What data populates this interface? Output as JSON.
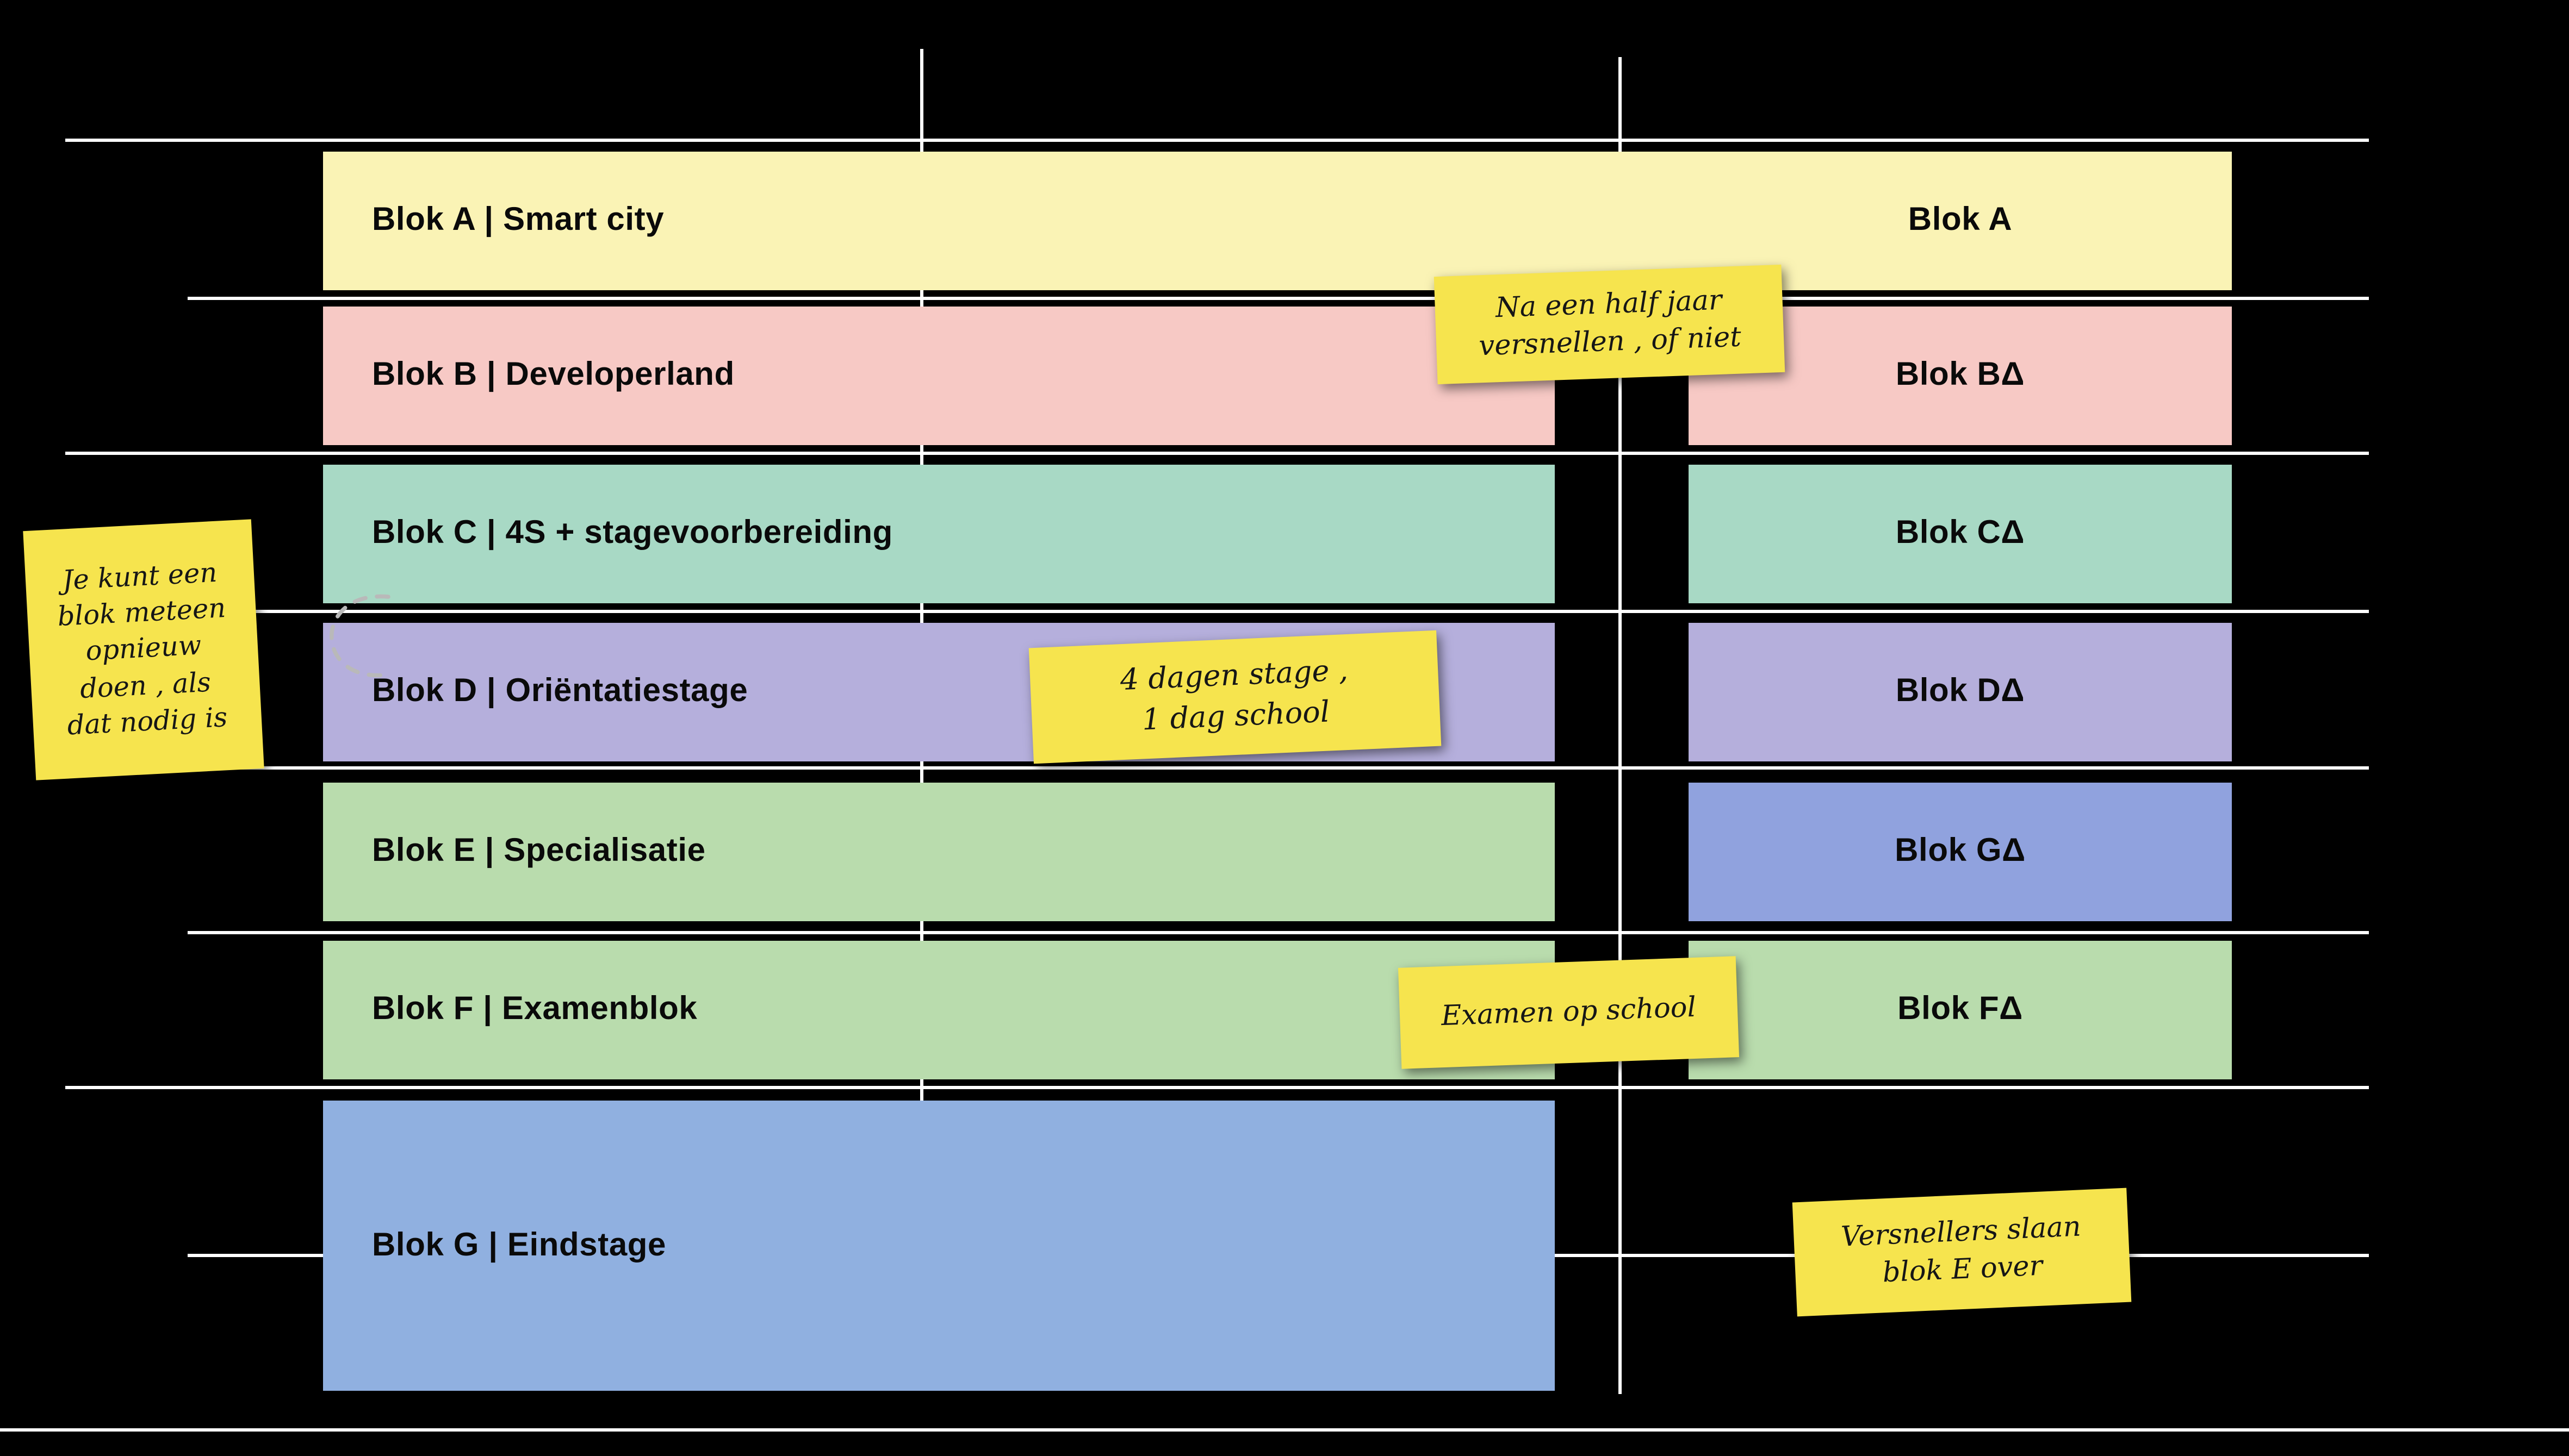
{
  "colors": {
    "background": "#000000",
    "grid_line": "#ffffff",
    "note_background": "#f6e44e",
    "block_text": "#0a0a0a"
  },
  "left_blocks": [
    {
      "label": "Blok A | Smart city",
      "label_right": "Blok A",
      "color": "#faf3b5"
    },
    {
      "label": "Blok B | Developerland",
      "color": "#f7c9c5"
    },
    {
      "label": "Blok C | 4S + stagevoorbereiding",
      "color": "#a8d9c5"
    },
    {
      "label": "Blok D | Oriëntatiestage",
      "color": "#b5afdc"
    },
    {
      "label": "Blok E | Specialisatie",
      "color": "#b9dcad"
    },
    {
      "label": "Blok F | Examenblok",
      "color": "#b9dcad"
    },
    {
      "label": "Blok G | Eindstage",
      "color": "#90b0e0"
    }
  ],
  "right_blocks": [
    {
      "label": "Blok BΔ",
      "color": "#f7c9c5"
    },
    {
      "label": "Blok CΔ",
      "color": "#a8d9c5"
    },
    {
      "label": "Blok DΔ",
      "color": "#b5afdc"
    },
    {
      "label": "Blok GΔ",
      "color": "#90a2de"
    },
    {
      "label": "Blok FΔ",
      "color": "#b9dcad"
    }
  ],
  "notes": [
    {
      "text": "Je kunt een\nblok meteen\nopnieuw\ndoen , als\ndat nodig is"
    },
    {
      "text": "Na een half jaar\nversnellen , of niet"
    },
    {
      "text": "4 dagen stage ,\n1 dag school"
    },
    {
      "text": "Examen op school"
    },
    {
      "text": "Versnellers slaan\nblok E over"
    }
  ]
}
